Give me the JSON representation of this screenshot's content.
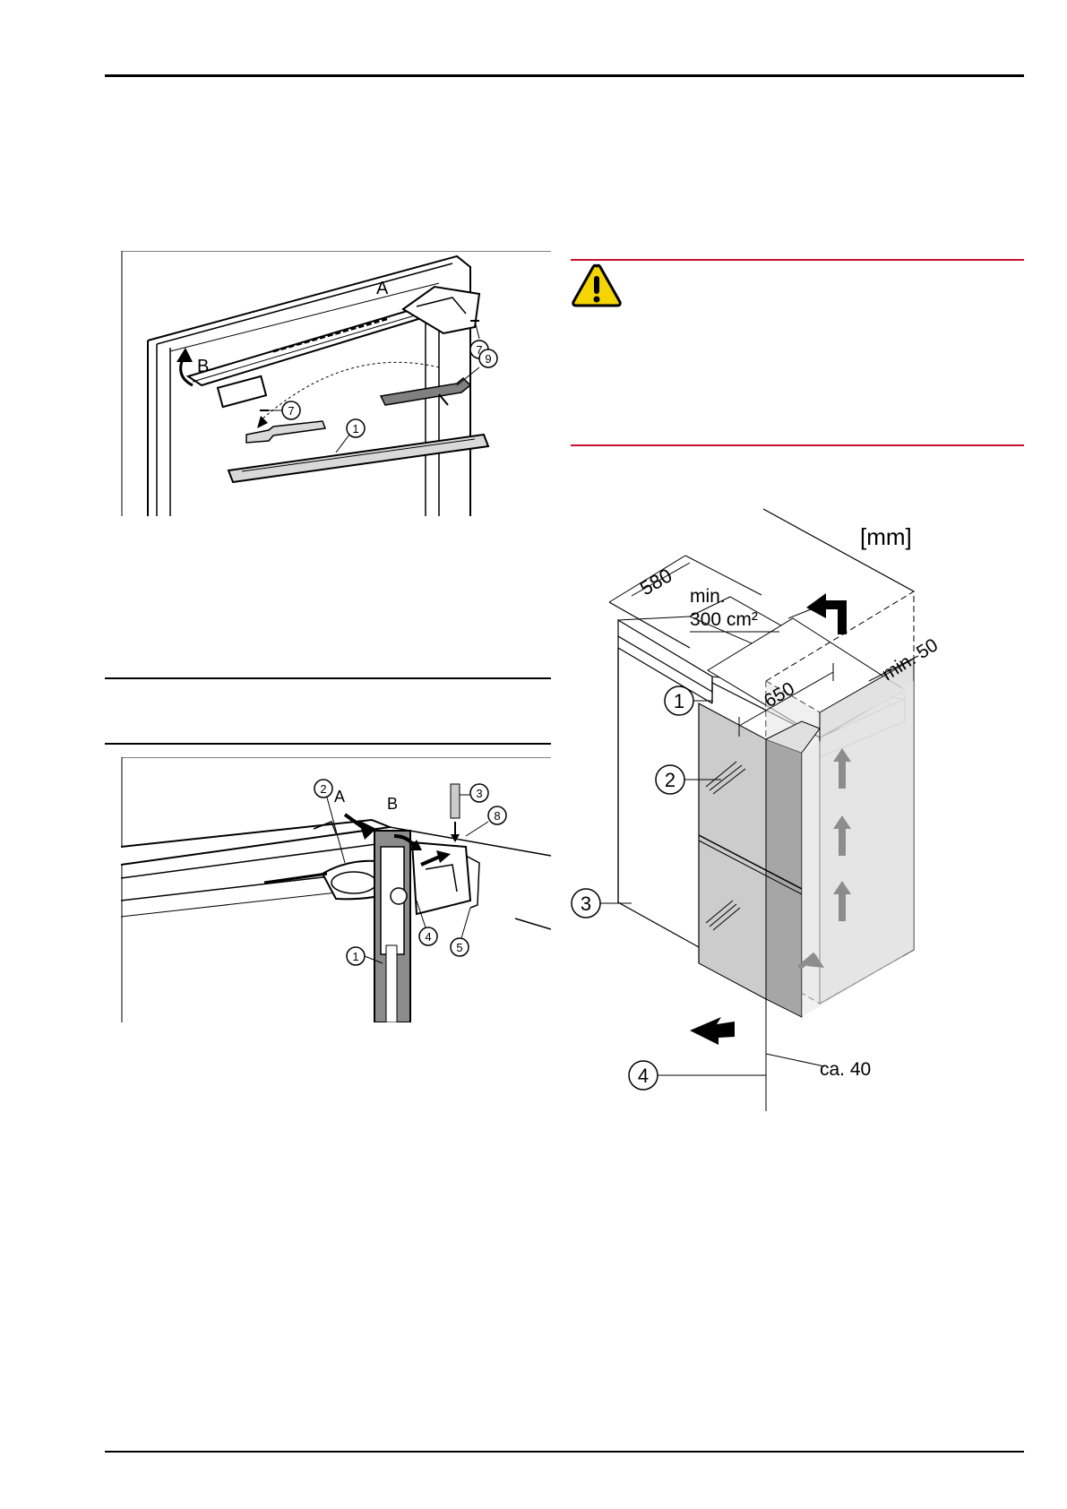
{
  "page": {
    "colors": {
      "warning_red": "#c8102e",
      "warning_yellow": "#f5d500",
      "figure_gray": "#8c8c8c"
    }
  },
  "figure_hinge_removal": {
    "labels": {
      "a": "A",
      "b": "B",
      "n7a": "7",
      "n7b": "7",
      "n9": "9",
      "n1": "1"
    }
  },
  "figure_door_bracket": {
    "labels": {
      "a": "A",
      "b": "B",
      "n2": "2",
      "n3": "3",
      "n8": "8",
      "n4": "4",
      "n5": "5",
      "n1": "1"
    }
  },
  "warning": {
    "icon": "warning-triangle-icon"
  },
  "figure_ventilation": {
    "unit": "[mm]",
    "dim_depth": "580",
    "vent_min": "min.",
    "vent_area": "300 cm²",
    "dim_gap": "min. 50",
    "dim_height": "650",
    "dim_bottom": "ca. 40",
    "callouts": {
      "n1": "1",
      "n2": "2",
      "n3": "3",
      "n4": "4"
    }
  }
}
